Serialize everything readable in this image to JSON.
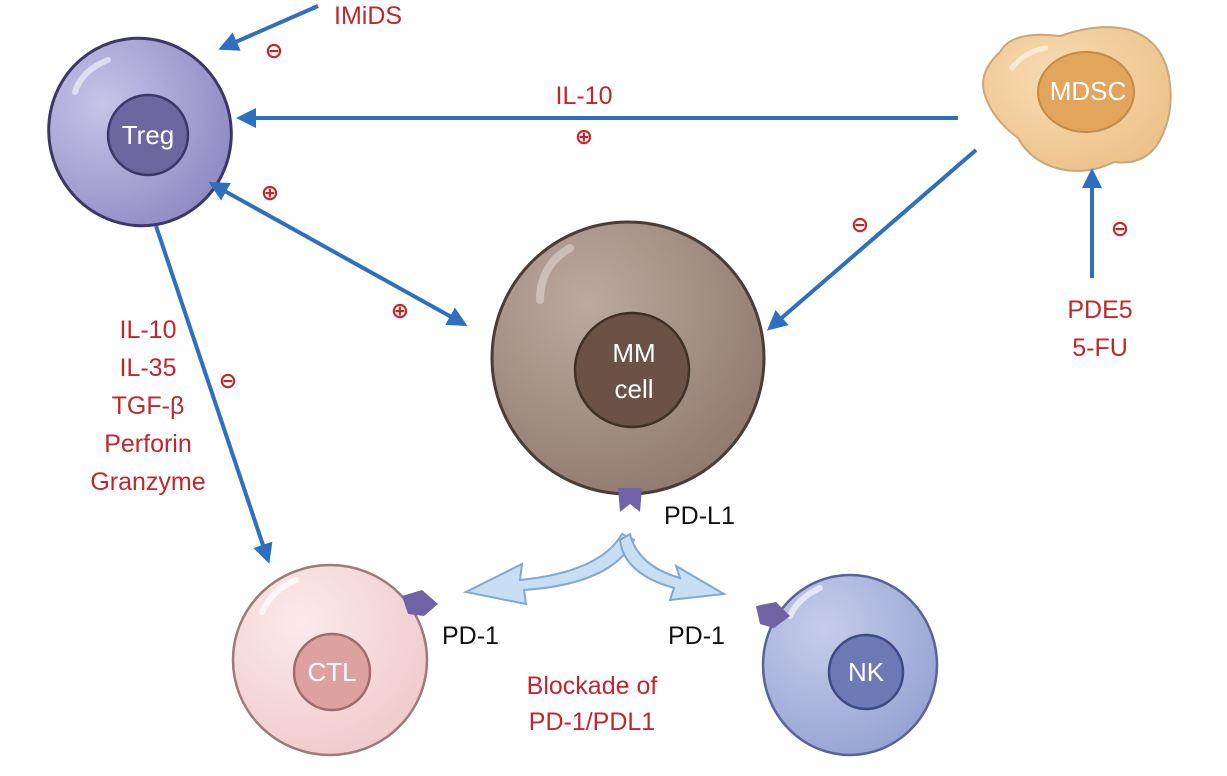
{
  "cells": {
    "treg": "Treg",
    "mdsc": "MDSC",
    "mm_line1": "MM",
    "mm_line2": "cell",
    "ctl": "CTL",
    "nk": "NK"
  },
  "labels": {
    "imids": "IMiDS",
    "il10_top": "IL-10",
    "pd_l1": "PD-L1",
    "pd1_left": "PD-1",
    "pd1_right": "PD-1",
    "treg_factors": [
      "IL-10",
      "IL-35",
      "TGF-β",
      "Perforin",
      "Granzyme"
    ],
    "mdsc_inhibitors": [
      "PDE5",
      "5-FU"
    ],
    "blockade": [
      "Blockade of",
      "PD-1/PDL1"
    ]
  },
  "symbols": {
    "plus": "⊕",
    "minus": "⊖"
  },
  "colors": {
    "arrow": "#2f6fbf",
    "text_red": "#c0272d",
    "treg": "#a59fd0",
    "mm": "#a08a80",
    "mdsc": "#f0c994",
    "ctl": "#f6d6d6",
    "nk": "#aab4dc",
    "curved_arrow": "#c8def3"
  }
}
